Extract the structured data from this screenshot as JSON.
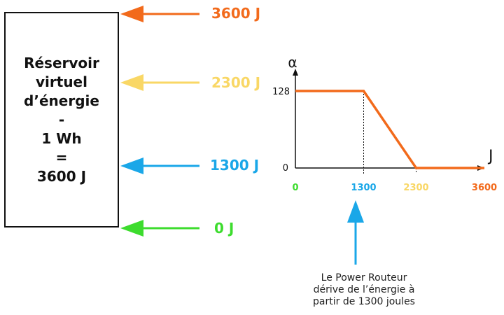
{
  "reservoir": {
    "lines": [
      "Réservoir",
      "virtuel",
      "d’énergie",
      "-",
      "1 Wh",
      "=",
      "3600 J"
    ]
  },
  "levels": [
    {
      "id": "top",
      "label": "3600 J",
      "color": "#f26a1b"
    },
    {
      "id": "high",
      "label": "2300 J",
      "color": "#f9d765"
    },
    {
      "id": "mid",
      "label": "1300 J",
      "color": "#1aa7e8"
    },
    {
      "id": "zero",
      "label": "0 J",
      "color": "#3ddc2e"
    }
  ],
  "chart_data": {
    "type": "line",
    "x": [
      0,
      1300,
      2300,
      3600
    ],
    "y": [
      128,
      128,
      0,
      0
    ],
    "xlabel": "J",
    "ylabel": "α",
    "yticks": [
      "128",
      "0"
    ],
    "xticks": [
      {
        "label": "0",
        "color": "#3ddc2e"
      },
      {
        "label": "1300",
        "color": "#1aa7e8"
      },
      {
        "label": "2300",
        "color": "#f9d765"
      },
      {
        "label": "3600",
        "color": "#f26a1b"
      }
    ],
    "line_color": "#f26a1b"
  },
  "note": {
    "lines": [
      "Le Power Routeur",
      "dérive de l’énergie à",
      "partir de 1300 joules"
    ],
    "arrow_color": "#1aa7e8"
  }
}
